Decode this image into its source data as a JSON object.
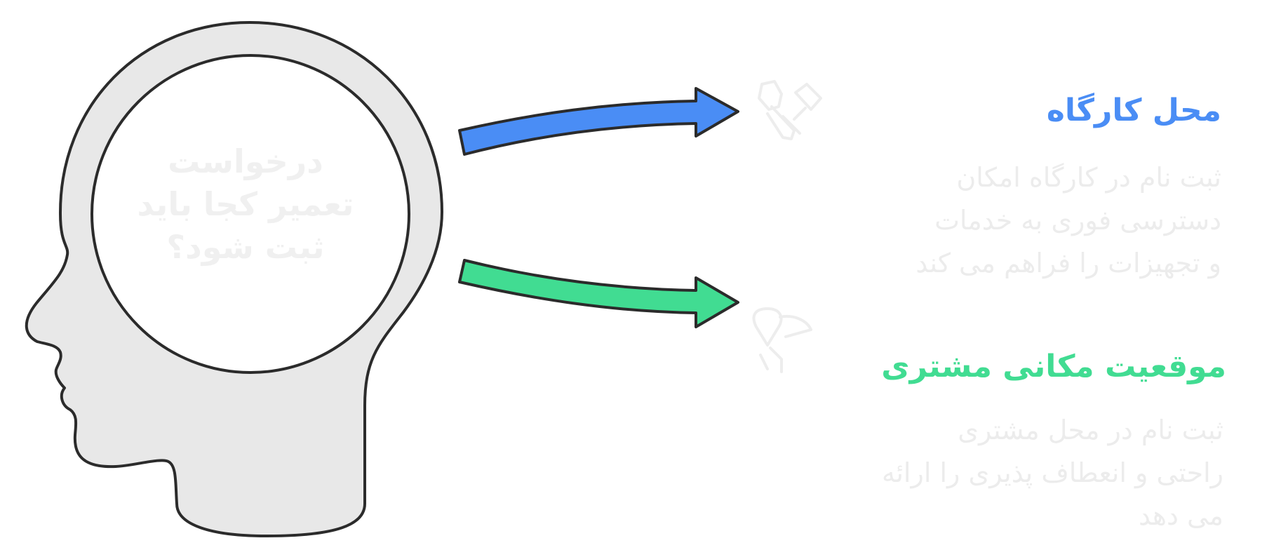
{
  "question": {
    "text": "درخواست\nتعمیر کجا باید\nثبت شود؟"
  },
  "options": [
    {
      "title": "محل کارگاه",
      "description": "ثبت نام در کارگاه امکان\nدسترسی فوری به خدمات\nو تجهیزات را فراهم می کند",
      "color": "#4a8df5",
      "icon": "tools-icon"
    },
    {
      "title": "موقعیت مکانی مشتری",
      "description": "ثبت نام در محل مشتری\nراحتی و انعطاف پذیری را ارائه\nمی دهد",
      "color": "#41dc92",
      "icon": "location-pin-icon"
    }
  ]
}
